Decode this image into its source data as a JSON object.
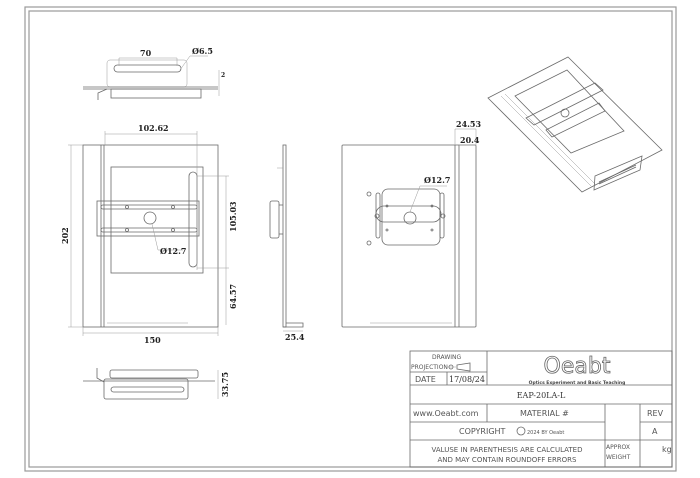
{
  "dimensions": {
    "top_slot_length": "70",
    "top_slot_diameter": "Ø6.5",
    "top_thickness": "2",
    "front_mount_width": "102.62",
    "front_height": "202",
    "front_width": "150",
    "front_mount_height": "105.03",
    "front_bottom_offset": "64.57",
    "front_hole": "Ø12.7",
    "side_foot": "25.4",
    "right_depth_outer": "24.53",
    "right_depth_inner": "20.4",
    "right_hole": "Ø12.7",
    "bottom_height": "33.75"
  },
  "title_block": {
    "drawing_label": "DRAWING",
    "projection_label": "PROJECTION",
    "date_label": "DATE",
    "date_value": "17/08/24",
    "logo_text": "Oeabt",
    "logo_tagline": "Optics Experiment and Basic Teaching",
    "part_number": "EAP-20LA-L",
    "website": "www.Oeabt.com",
    "material_label": "MATERIAL #",
    "rev_label": "REV",
    "rev_value": "A",
    "copyright_label": "COPYRIGHT",
    "copyright_year": "2024 BY Oeabt",
    "note_line1": "VALUSE IN PARENTHESIS ARE CALCULATED",
    "note_line2": "AND MAY CONTAIN ROUNDOFF ERRORS",
    "approx_label": "APPROX",
    "weight_label": "WEIGHT",
    "weight_unit": "kg"
  }
}
